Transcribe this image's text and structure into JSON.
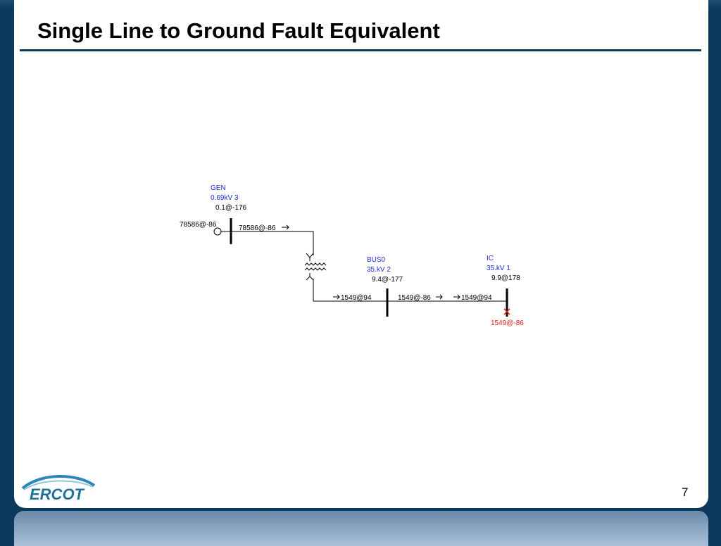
{
  "slide": {
    "title": "Single Line to Ground Fault Equivalent",
    "page_number": "7"
  },
  "logo": {
    "text": "ERCOT"
  },
  "diagram": {
    "gen": {
      "name": "GEN",
      "voltage": "0.69kV 3",
      "value": "0.1@-176",
      "source_current": "78586@-86",
      "branch_flow": "78586@-86"
    },
    "bus0": {
      "name": "BUS0",
      "voltage": "35.kV 2",
      "value": "9.4@-177",
      "flow_in": "1549@94",
      "flow_out": "1549@-86"
    },
    "ic": {
      "name": "IC",
      "voltage": "35.kV 1",
      "value": "9.9@178",
      "flow_in": "1549@94",
      "fault_current": "1549@-86"
    },
    "colors": {
      "bus_label": "#1f2bd6",
      "fault": "#e01e1e",
      "line": "#000000"
    }
  }
}
